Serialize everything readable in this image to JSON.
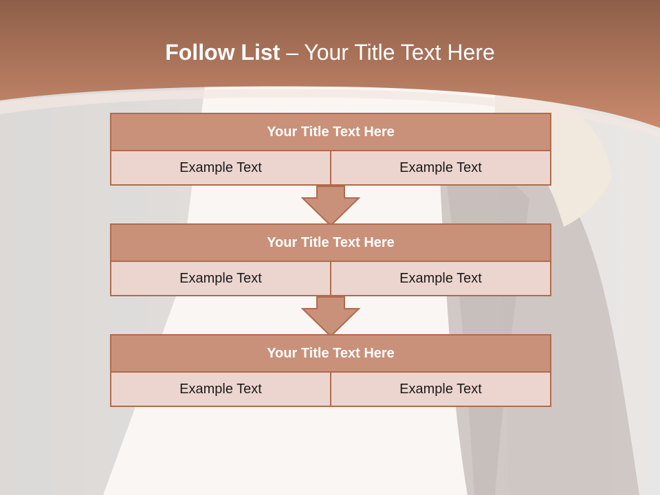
{
  "title": {
    "bold": "Follow List",
    "rest": " – Your Title Text Here"
  },
  "blocks": [
    {
      "title": "Your Title Text Here",
      "left_text": "Example Text",
      "right_text": "Example Text"
    },
    {
      "title": "Your Title Text Here",
      "left_text": "Example Text",
      "right_text": "Example Text"
    },
    {
      "title": "Your Title Text Here",
      "left_text": "Example Text",
      "right_text": "Example Text"
    }
  ],
  "colors": {
    "header_top": "#8e5f48",
    "header_bottom": "#c98a6d",
    "box_border": "#b06a4c",
    "title_fill": "#c9917a",
    "cell_fill": "#ecd5cf"
  },
  "icons": [
    "down-arrow-icon",
    "down-arrow-icon"
  ]
}
